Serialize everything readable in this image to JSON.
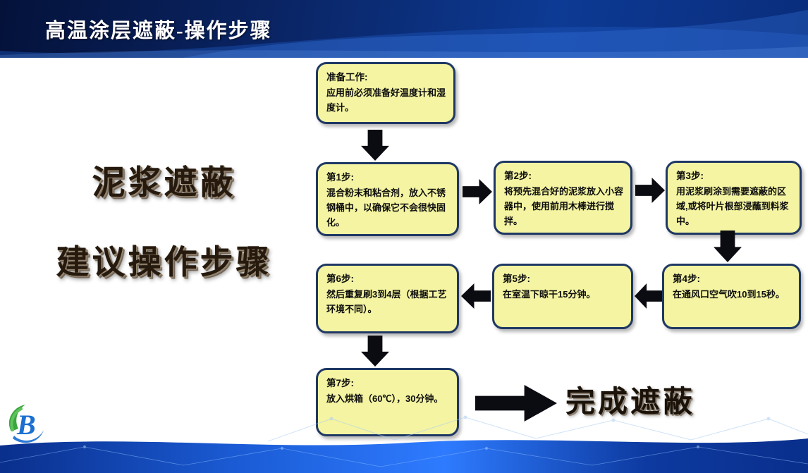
{
  "header": {
    "title": "高温涂层遮蔽-操作步骤"
  },
  "left_heading": {
    "line1": "泥浆遮蔽",
    "line2": "建议操作步骤"
  },
  "flow": {
    "boxes": [
      {
        "id": "prep",
        "title": "准备工作:",
        "body": "应用前必须准备好温度计和湿度计。"
      },
      {
        "id": "step1",
        "title": "第1步:",
        "body": "混合粉末和粘合剂，放入不锈钢桶中，以确保它不会很快固化。"
      },
      {
        "id": "step2",
        "title": "第2步:",
        "body": "将预先混合好的泥浆放入小容器中，使用前用木棒进行搅拌。"
      },
      {
        "id": "step3",
        "title": "第3步:",
        "body": "用泥浆刷涂到需要遮蔽的区域,或将叶片根部浸蘸到料浆中。"
      },
      {
        "id": "step4",
        "title": "第4步:",
        "body": "在通风口空气吹10到15秒。"
      },
      {
        "id": "step5",
        "title": "第5步:",
        "body": "在室温下晾干15分钟。"
      },
      {
        "id": "step6",
        "title": "第6步:",
        "body": "然后重复刷3到4层（根据工艺环境不同）。"
      },
      {
        "id": "step7",
        "title": "第7步:",
        "body": "放入烘箱（60℃），30分钟。"
      }
    ],
    "result_label": "完成遮蔽"
  },
  "icons": {
    "logo": "yb-logo",
    "arrows": [
      "arrow-down",
      "arrow-right",
      "arrow-right",
      "arrow-down",
      "arrow-left",
      "arrow-left",
      "arrow-down",
      "arrow-big-right"
    ]
  },
  "colors": {
    "header_bg": "#0a2565",
    "box_bg": "#f4f4a2",
    "box_border": "#1f3864",
    "arrow": "#0b0b12",
    "band_blue": "#1b5cd6",
    "title_text": "#ffffff",
    "heading_text": "#261a0e"
  }
}
